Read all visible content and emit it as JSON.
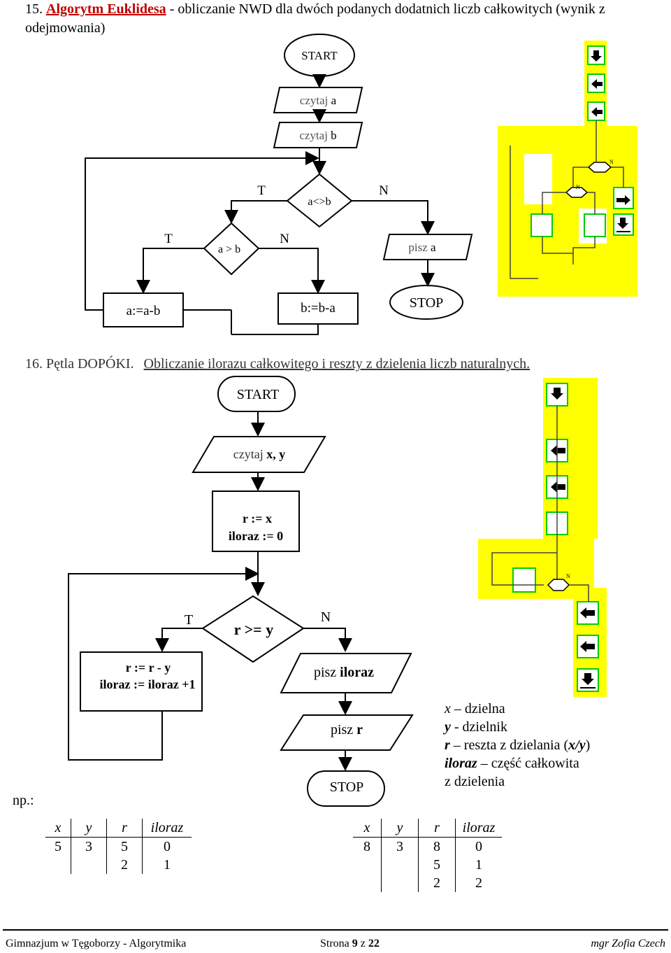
{
  "section15": {
    "number": "15.",
    "title_link": "Algorytm Euklidesa",
    "title_rest": " - obliczanie NWD dla dwóch podanych dodatnich liczb całkowitych (wynik z odejmowania)"
  },
  "flow1": {
    "start": "START",
    "read_a_prefix": "czytaj ",
    "read_a_var": "a",
    "read_b_prefix": "czytaj ",
    "read_b_var": "b",
    "cond1": "a<>b",
    "cond1_t": "T",
    "cond1_n": "N",
    "cond2": "a > b",
    "cond2_t": "T",
    "cond2_n": "N",
    "print_prefix": "pisz ",
    "print_var": "a",
    "assign_a": "a:=a-b",
    "assign_b": "b:=b-a",
    "stop": "STOP"
  },
  "section16": {
    "label": "16. Pętla DOPÓKI.",
    "title": "Obliczanie ilorazu całkowitego i reszty z dzielenia liczb naturalnych."
  },
  "flow2": {
    "start": "START",
    "read_prefix": "czytaj ",
    "read_vars": "x, y",
    "init_line1": "r := x",
    "init_line2": "iloraz := 0",
    "cond": "r  >= y",
    "cond_t": "T",
    "cond_n": "N",
    "body_line1": "r := r - y",
    "body_line2": "iloraz := iloraz +1",
    "print1_prefix": "pisz ",
    "print1_var": "iloraz",
    "print2_prefix": "pisz ",
    "print2_var": "r",
    "stop": "STOP"
  },
  "legend": {
    "line1_var": "x",
    "line1_text": " – dzielna",
    "line2_var": "y",
    "line2_text": " -  dzielnik",
    "line3_var": "r",
    "line3_mid": " – reszta z dzielania (",
    "line3_expr": "x/y",
    "line3_end": ")",
    "line4_var": "iloraz",
    "line4_text": " – część całkowita",
    "line5_text": "z dzielenia"
  },
  "example_label": "np.:",
  "table1": {
    "headers": [
      "x",
      "y",
      "r",
      "iloraz"
    ],
    "rows": [
      [
        "5",
        "3",
        "5",
        "0"
      ],
      [
        "",
        "",
        "2",
        "1"
      ]
    ]
  },
  "table2": {
    "headers": [
      "x",
      "y",
      "r",
      "iloraz"
    ],
    "rows": [
      [
        "8",
        "3",
        "8",
        "0"
      ],
      [
        "",
        "",
        "5",
        "1"
      ],
      [
        "",
        "",
        "2",
        "2"
      ]
    ]
  },
  "footer": {
    "left": "Gimnazjum w Tęgoborzy - Algorytmika",
    "page_prefix": "Strona ",
    "page_num": "9",
    "page_mid": " z ",
    "page_total": "22",
    "author": "mgr Zofia Czech"
  },
  "colors": {
    "title_red": "#c00000",
    "puzzle_yellow": "#ffff00",
    "puzzle_green": "#00cc00"
  }
}
